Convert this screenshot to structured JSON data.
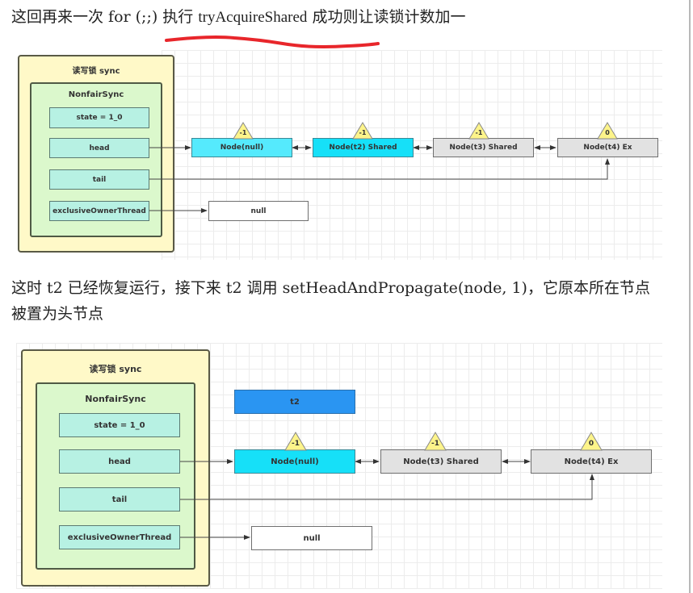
{
  "paragraph1": {
    "prefix": "这回再来一次 for (;;) 执行 ",
    "highlight": "tryAcquireShared",
    "suffix": " 成功则让读锁计数加一"
  },
  "paragraph2": {
    "line1": "这时 t2 已经恢复运行，接下来 t2 调用 setHeadAndPropagate(node, 1)，它原本所在节点",
    "line2": "被置为头节点"
  },
  "colors": {
    "outer_fill": "#fff9c8",
    "inner_fill": "#dbf8cc",
    "field_fill": "#b7f1e3",
    "node_active": "#55eafd",
    "node_gray": "#e2e2e2",
    "thread_blue": "#2a95f2",
    "badge_yellow": "#fdf48a",
    "annotation_red": "#e8262b"
  },
  "diagram1": {
    "outer_title": "读写锁 sync",
    "inner_title": "NonfairSync",
    "fields": [
      "state = 1_0",
      "head",
      "tail",
      "exclusiveOwnerThread"
    ],
    "nodes": [
      {
        "label": "Node(null)",
        "waitStatus": "-1"
      },
      {
        "label": "Node(t2) Shared",
        "waitStatus": "-1"
      },
      {
        "label": "Node(t3) Shared",
        "waitStatus": "-1"
      },
      {
        "label": "Node(t4) Ex",
        "waitStatus": "0"
      }
    ],
    "owner": "null"
  },
  "diagram2": {
    "outer_title": "读写锁 sync",
    "inner_title": "NonfairSync",
    "fields": [
      "state = 1_0",
      "head",
      "tail",
      "exclusiveOwnerThread"
    ],
    "thread": "t2",
    "nodes": [
      {
        "label": "Node(null)",
        "waitStatus": "-1"
      },
      {
        "label": "Node(t3) Shared",
        "waitStatus": "-1"
      },
      {
        "label": "Node(t4) Ex",
        "waitStatus": "0"
      }
    ],
    "owner": "null"
  }
}
